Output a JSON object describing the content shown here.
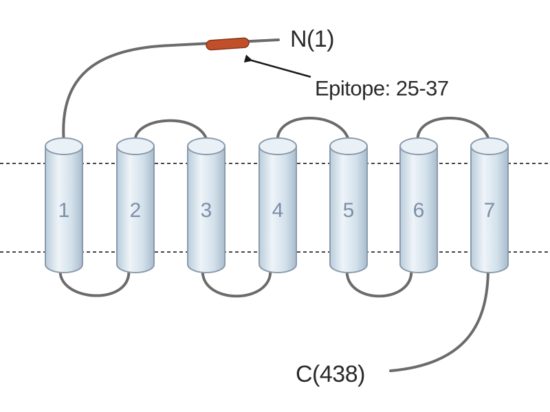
{
  "n_terminus": "N(1)",
  "c_terminus": "C(438)",
  "epitope": "Epitope: 25-37",
  "helices": [
    "1",
    "2",
    "3",
    "4",
    "5",
    "6",
    "7"
  ],
  "colors": {
    "helix_fill": "#d6e4ee",
    "helix_stroke": "#8a9aac",
    "loop": "#6b6b6b",
    "epitope": "#c0502a",
    "membrane_line": "#444444"
  }
}
